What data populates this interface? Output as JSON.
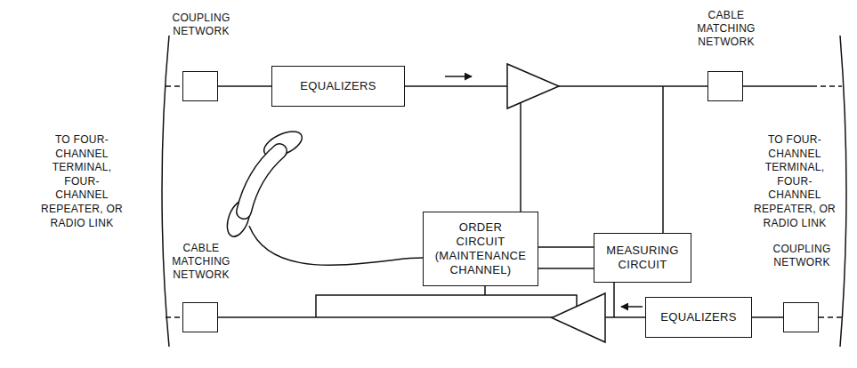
{
  "diagram": {
    "nodes": [
      {
        "text": [
          "COUPLING NETWORK"
        ]
      },
      {
        "text": [
          "EQUALIZERS"
        ]
      },
      {
        "text": [
          "CABLE MATCHING NETWORK"
        ]
      },
      {
        "text": [
          "ORDER CIRCUIT (MAINTENANCE CHANNEL)"
        ]
      },
      {
        "text": [
          "MEASURING CIRCUIT"
        ]
      },
      {
        "text": [
          "CABLE MATCHING NETWORK"
        ]
      },
      {
        "text": [
          "EQUALIZERS"
        ]
      },
      {
        "text": [
          "COUPLING NETWORK"
        ]
      }
    ],
    "edges": [
      {
        "from": 0,
        "to": 1,
        "arrow": "none"
      },
      {
        "from": 1,
        "to": 2,
        "arrow": "none"
      },
      {
        "from": 3,
        "to": 4,
        "arrow": "none"
      },
      {
        "from": 3,
        "to": 4,
        "arrow": "none"
      },
      {
        "from": 7,
        "to": 6,
        "arrow": "none"
      },
      {
        "from": 6,
        "to": 5,
        "arrow": "none"
      }
    ],
    "labels": [
      "TO FOUR-CHANNEL TERMINAL, FOUR-CHANNEL REPEATER, OR RADIO LINK",
      "TO FOUR-CHANNEL TERMINAL, FOUR-CHANNEL REPEATER, OR RADIO LINK"
    ]
  }
}
